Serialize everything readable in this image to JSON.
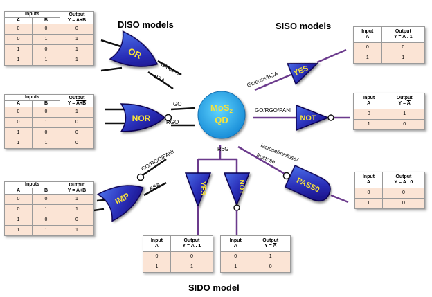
{
  "titles": {
    "diso": "DISO models",
    "siso": "SISO models",
    "sido": "SIDO model"
  },
  "center": {
    "line1": "MoS",
    "sub": "2",
    "line2": "QD"
  },
  "gates": {
    "or": {
      "label": "OR",
      "input1": "Glucose",
      "input2": "BSA"
    },
    "nor": {
      "label": "NOR",
      "input1": "GO",
      "input2": "RGO"
    },
    "imp": {
      "label": "IMP",
      "input1": "GO/RGO/PANI",
      "input2": "BSA"
    },
    "yes_siso": {
      "label": "YES",
      "input": "Glucose/BSA"
    },
    "not_siso": {
      "label": "NOT",
      "input": "GO/RGO/PANI"
    },
    "passo": {
      "label": "PASS0",
      "input_line1": "lactose/maltose/",
      "input_line2": "fructose"
    },
    "sido": {
      "input": "R6G",
      "yes": "YES",
      "not": "NOT"
    }
  },
  "tables": {
    "or": {
      "inputs": "Inputs",
      "out1": "Output",
      "out2": "Y = A+B",
      "a": "A",
      "b": "B",
      "rows": [
        [
          "0",
          "0",
          "0"
        ],
        [
          "0",
          "1",
          "1"
        ],
        [
          "1",
          "0",
          "1"
        ],
        [
          "1",
          "1",
          "1"
        ]
      ]
    },
    "nor": {
      "inputs": "Inputs",
      "out1": "Output",
      "out2a": "Y = ",
      "out2b": "A+B",
      "a": "A",
      "b": "B",
      "rows": [
        [
          "0",
          "0",
          "1"
        ],
        [
          "0",
          "1",
          "0"
        ],
        [
          "1",
          "0",
          "0"
        ],
        [
          "1",
          "1",
          "0"
        ]
      ]
    },
    "imp": {
      "inputs": "Inputs",
      "out1": "Output",
      "out2": "Y = A+B",
      "a": "A",
      "b": "B",
      "rows": [
        [
          "0",
          "0",
          "1"
        ],
        [
          "0",
          "1",
          "1"
        ],
        [
          "1",
          "0",
          "0"
        ],
        [
          "1",
          "1",
          "1"
        ]
      ]
    },
    "yes_siso": {
      "in1": "Input",
      "in2": "A",
      "out1": "Output",
      "out2": "Y = A . 1",
      "rows": [
        [
          "0",
          "0"
        ],
        [
          "1",
          "1"
        ]
      ]
    },
    "not_siso": {
      "in1": "Input",
      "in2": "A",
      "out1": "Output",
      "out2a": "Y = ",
      "out2b": "A",
      "rows": [
        [
          "0",
          "1"
        ],
        [
          "1",
          "0"
        ]
      ]
    },
    "passo": {
      "in1": "Input",
      "in2": "A",
      "out1": "Output",
      "out2": "Y = A . 0",
      "rows": [
        [
          "0",
          "0"
        ],
        [
          "1",
          "0"
        ]
      ]
    },
    "sido_yes": {
      "in1": "Input",
      "in2": "A",
      "out1": "Output",
      "out2": "Y = A . 1",
      "rows": [
        [
          "0",
          "0"
        ],
        [
          "1",
          "1"
        ]
      ]
    },
    "sido_not": {
      "in1": "Input",
      "in2": "A",
      "out1": "Output",
      "out2a": "Y = ",
      "out2b": "A",
      "rows": [
        [
          "0",
          "1"
        ],
        [
          "1",
          "0"
        ]
      ]
    }
  },
  "colors": {
    "gate_dark": "#1a0a8c",
    "gate_light": "#3a5cd8",
    "wire": "#6b3a8c",
    "label": "#f7e23b",
    "center": "#2aa8e8",
    "row_fill": "#fbe4d5"
  }
}
